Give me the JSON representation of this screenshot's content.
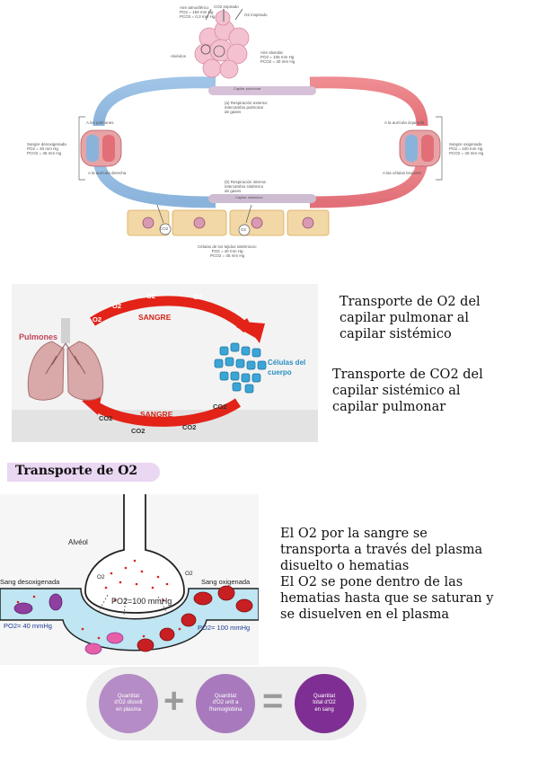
{
  "figure1": {
    "top": [
      "Aire atmosférico",
      "PO2 = 159 mm Hg",
      "PCO2 = 0,3 mm Hg"
    ],
    "co2_exp": "CO2 espirado",
    "o2_insp": "O2 inspirado",
    "alveolos": "Alvéolos",
    "alveolar": [
      "Aire alveolar",
      "PO2 = 105 mm Hg",
      "PCO2 = 40 mm Hg"
    ],
    "capilar_pulmonar": "Capilar pulmonar",
    "resp_externa": [
      "(a) Respiración externa:",
      "intercambio pulmonar",
      "de gases"
    ],
    "a_pulmones": "A los pulmones",
    "a_auricula_izq": "A la aurícula izquierda",
    "desoxigenada": [
      "Sangre desoxigenada",
      "PO2 = 40 mm Hg",
      "PCO2 = 45 mm Hg"
    ],
    "oxigenada": [
      "Sangre oxigenada",
      "PO2 = 100 mm Hg",
      "PCO2 = 40 mm Hg"
    ],
    "a_auricula_der": "A la aurícula derecha",
    "a_celulas": "A las células tisulares",
    "resp_interna": [
      "(b) Respiración interna:",
      "intercambio sistémico",
      "de gases"
    ],
    "capilar_sistemico": "Capilar sistémico",
    "co2": "CO2",
    "o2": "O2",
    "tisulares": [
      "Células de los tejidos sistémicos:",
      "PO2 = 40 mm Hg",
      "PCO2 = 45 mm Hg"
    ]
  },
  "figure2": {
    "pulmones": "Pulmones",
    "sangre_top": "SANGRE",
    "sangre_bottom": "SANGRE",
    "celulas": [
      "Células del",
      "cuerpo"
    ],
    "o2_labels": [
      "O2",
      "O2",
      "O2",
      "O2"
    ],
    "co2_labels": [
      "CO2",
      "CO2",
      "CO2",
      "CO2"
    ]
  },
  "note1": [
    "Transporte de O2 del",
    "capilar pulmonar al",
    "capilar sistémico"
  ],
  "note2": [
    "Transporte de CO2 del",
    "capilar sistémico al",
    "capilar pulmonar"
  ],
  "heading": "Transporte de O2",
  "figure3": {
    "alveol": "Alvéol",
    "o2": "O2",
    "po2_alv": "PO2=100 mmHg",
    "sang_desox": "Sang desoxigenada",
    "sang_ox": "Sang oxigenada",
    "po2_left": "PO2= 40 mmHg",
    "po2_right": "PO2= 100 mmHg"
  },
  "note3": [
    "El O2 por la sangre se",
    "transporta a través del plasma",
    "disuelto o hematias",
    "El O2 se pone dentro de las",
    "hematias hasta que se saturan y",
    "se disuelven en el plasma"
  ],
  "figure4": {
    "c1": [
      "Quantitat",
      "d'O2 dissolt",
      "en plasma"
    ],
    "plus": "+",
    "c2": [
      "Quantitat",
      "d'O2 unit a",
      "l'hemoglobina"
    ],
    "equals": "=",
    "c3": [
      "Quantitat",
      "total d'O2",
      "en sang"
    ]
  },
  "colors": {
    "blue": "#8fb8df",
    "red": "#e5797f",
    "arrow_red": "#e32318",
    "cell_orange": "#f2d8a6",
    "purple": "#8f3fa0",
    "highlight": "#ead7f2"
  }
}
